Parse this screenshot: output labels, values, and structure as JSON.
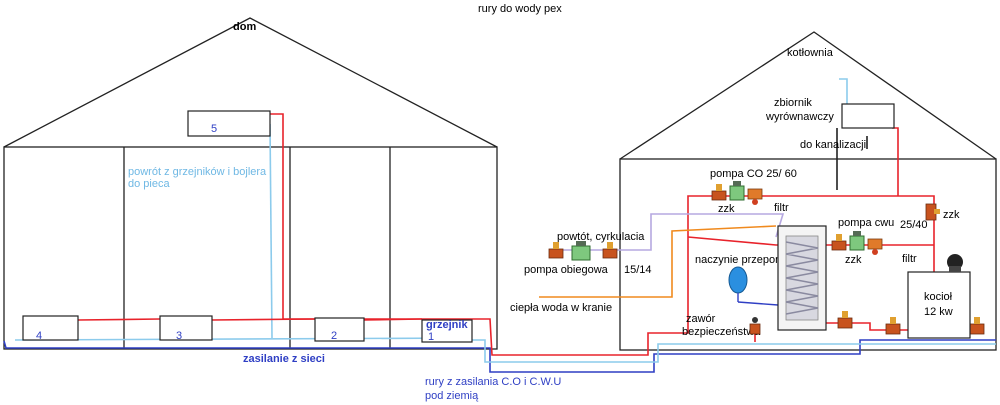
{
  "title": "rury do wody pex",
  "house": {
    "label": "dom"
  },
  "boiler_house": {
    "label": "kotłownia"
  },
  "radiators": [
    {
      "id": "5",
      "label": "5"
    },
    {
      "id": "4",
      "label": "4"
    },
    {
      "id": "3",
      "label": "3"
    },
    {
      "id": "2",
      "label": "2"
    },
    {
      "id": "1",
      "label": "1",
      "caption": "grzejnik"
    }
  ],
  "labels": {
    "return_line": "powrót z grzejników i bojlera",
    "return_line_2": "do pieca",
    "mains_supply": "zasilanie z sieci",
    "underground_1": "rury z zasilania C.O i C.W.U",
    "underground_2": "pod ziemią",
    "expansion_tank_1": "zbiornik",
    "expansion_tank_2": "wyrównawczy",
    "sewer": "do kanalizacji",
    "pump_co": "pompa CO 25/ 60",
    "zzk_1": "zzk",
    "filter_1": "filtr",
    "zzk_right": "zzk",
    "pump_cwu": "pompa cwu",
    "pump_cwu_size": "25/40",
    "zzk_2": "zzk",
    "filter_2": "filtr",
    "circulation_return": "powtót, cyrkulacia",
    "circulation_pump": "pompa obiegowa",
    "circulation_size": "15/14",
    "membrane_vessel": "naczynie przeponowe",
    "hot_water_tap": "ciepła woda w kranie",
    "safety_valve_1": "zawór",
    "safety_valve_2": "bezpieczeństwa",
    "boiler_1": "kocioł",
    "boiler_2": "12 kw"
  },
  "colors": {
    "supply": "#e8232b",
    "return": "#8ccbec",
    "mains": "#2f3fc4",
    "circulation": "#b6a8e0",
    "hot_water": "#f08a1e",
    "outline": "#222222"
  }
}
